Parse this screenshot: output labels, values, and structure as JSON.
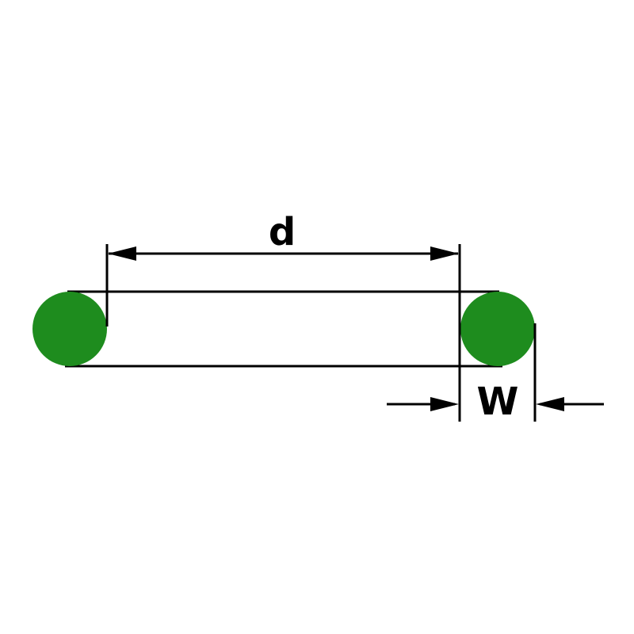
{
  "diagram": {
    "type": "technical dimension drawing",
    "labels": {
      "diameter": "d",
      "width": "W"
    }
  },
  "colors": {
    "ring_fill": "#1e8c1e",
    "line": "#000000",
    "background": "#ffffff"
  }
}
